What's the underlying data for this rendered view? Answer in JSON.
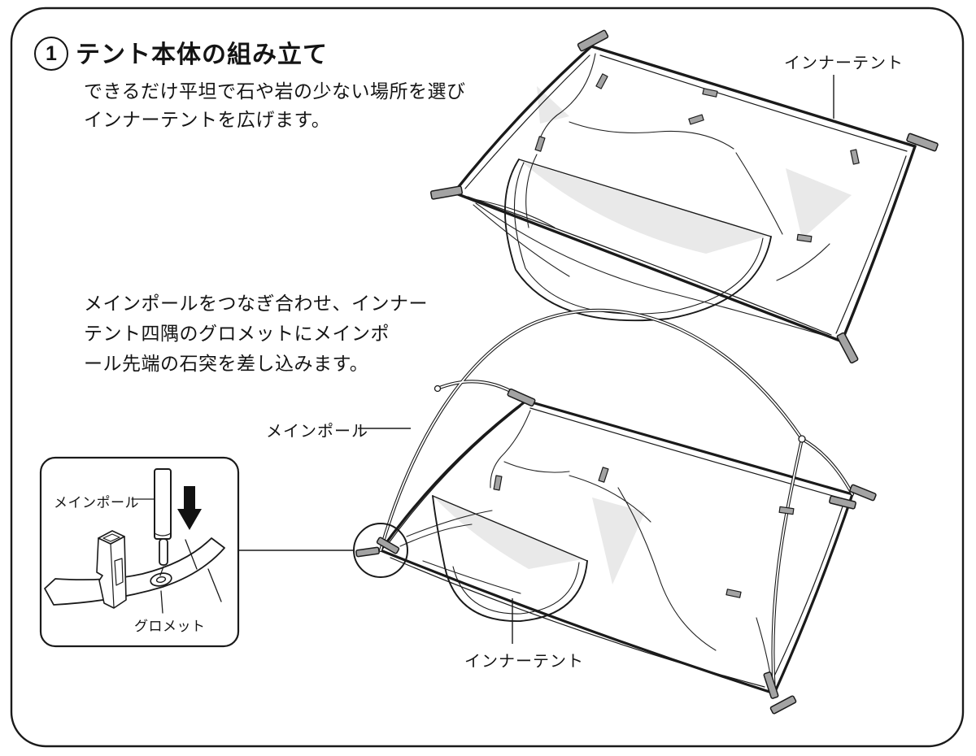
{
  "page": {
    "step_number": "1",
    "title": "テント本体の組み立て",
    "instruction_1": "できるだけ平坦で石や岩の少ない場所を選び\nインナーテントを広げます。",
    "instruction_2": "メインポールをつなぎ合わせ、インナー\nテント四隅のグロメットにメインポ\nール先端の石突を差し込みます。"
  },
  "labels": {
    "inner_tent_top": "インナーテント",
    "main_pole": "メインポール",
    "inner_tent_bottom": "インナーテント",
    "inset_main_pole": "メインポール",
    "inset_grommet": "グロメット"
  },
  "colors": {
    "line": "#1a1a1a",
    "tab_gray": "#a3a3a3",
    "shade_gray": "#e9e9e9",
    "background": "#ffffff"
  }
}
